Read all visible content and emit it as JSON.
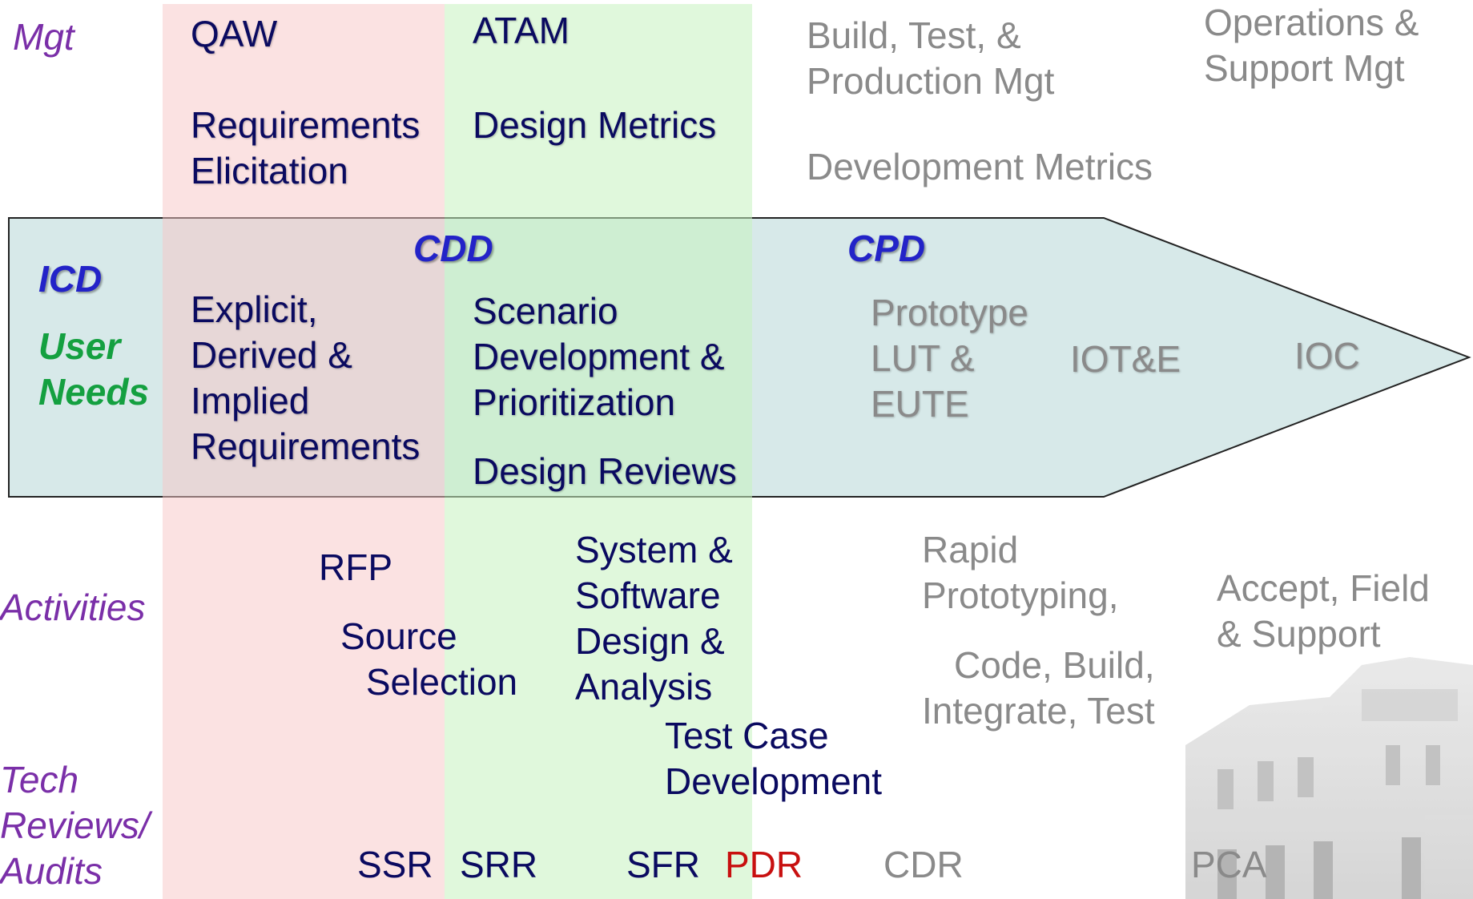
{
  "colors": {
    "requirements_band": "#fde1e1",
    "design_band": "#e0f8dd",
    "arrow_fill": "#d7e9e9",
    "arrow_stroke": "#222222",
    "navy_text": "#0a0a60",
    "gray_text": "#8a8a8a",
    "purple_label": "#7a2fa8",
    "green_label": "#14a040",
    "blue_doc": "#2323c8",
    "red_review": "#c81010"
  },
  "row_labels": {
    "mgt": "Mgt",
    "activities": "Activities",
    "tech_reviews": [
      "Tech",
      "Reviews/",
      "Audits"
    ]
  },
  "documents": {
    "icd": "ICD",
    "cdd": "CDD",
    "cpd": "CPD",
    "user_needs": [
      "User",
      "Needs"
    ]
  },
  "mgt_row": {
    "qaw": "QAW",
    "req_elicitation": [
      "Requirements",
      "Elicitation"
    ],
    "atam": "ATAM",
    "design_metrics": "Design Metrics",
    "build_test": [
      "Build, Test, &",
      "Production Mgt"
    ],
    "dev_metrics": "Development Metrics",
    "ops_support": [
      "Operations &",
      "Support Mgt"
    ]
  },
  "arrow_row": {
    "explicit": [
      "Explicit,",
      "Derived &",
      "Implied",
      "Requirements"
    ],
    "scenario": [
      "Scenario",
      "Development &",
      "Prioritization"
    ],
    "design_reviews": "Design Reviews",
    "prototype": [
      "Prototype",
      "LUT &",
      "EUTE"
    ],
    "iote": "IOT&E",
    "ioc": "IOC"
  },
  "activities_row": {
    "rfp": "RFP",
    "source_selection": [
      "Source",
      "Selection"
    ],
    "sys_sw_design": [
      "System &",
      "Software",
      "Design &",
      "Analysis"
    ],
    "test_case": [
      "Test Case",
      "Development"
    ],
    "rapid_proto": [
      "Rapid",
      "Prototyping,"
    ],
    "code_build": [
      "Code, Build,",
      "Integrate, Test"
    ],
    "accept_field": [
      "Accept, Field",
      "& Support"
    ]
  },
  "reviews_row": {
    "ssr": "SSR",
    "srr": "SRR",
    "sfr": "SFR",
    "pdr": "PDR",
    "cdr": "CDR",
    "pca": "PCA"
  }
}
